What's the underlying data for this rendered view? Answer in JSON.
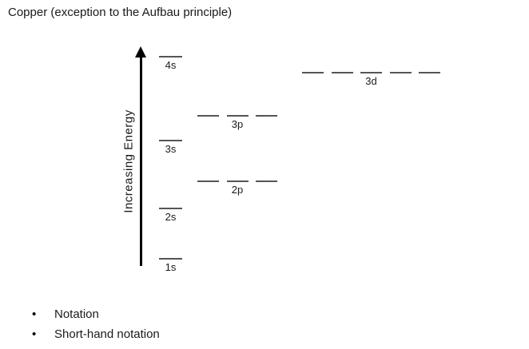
{
  "title": "Copper (exception to the Aufbau principle)",
  "diagram": {
    "energy_axis_label": "Increasing Energy",
    "levels": [
      {
        "label": "1s",
        "orbitals": 1
      },
      {
        "label": "2s",
        "orbitals": 1
      },
      {
        "label": "2p",
        "orbitals": 3
      },
      {
        "label": "3s",
        "orbitals": 1
      },
      {
        "label": "3p",
        "orbitals": 3
      },
      {
        "label": "4s",
        "orbitals": 1
      },
      {
        "label": "3d",
        "orbitals": 5
      }
    ]
  },
  "bullets": [
    {
      "marker": "•",
      "label": "Notation"
    },
    {
      "marker": "•",
      "label": "Short-hand notation"
    }
  ],
  "colors": {
    "line": "#555555",
    "arrow": "#000000",
    "text": "#1a1a1a",
    "background": "#ffffff"
  }
}
